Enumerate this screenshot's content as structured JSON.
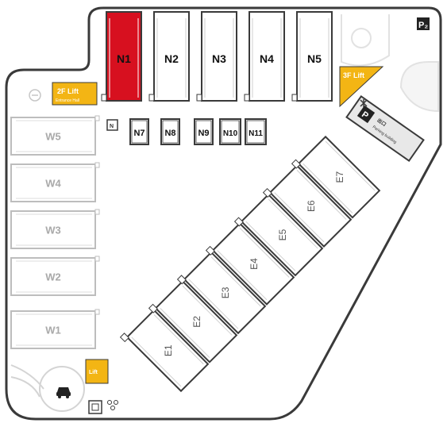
{
  "colors": {
    "occupied": "#d7101f",
    "outline": "#3a3a3a",
    "inactive": "#bdbdbd",
    "inactive_text": "#a9a9a9",
    "accent": "#f3b514",
    "panel": "#e8e8e8"
  },
  "north_slots": [
    {
      "label": "N1",
      "status": "occupied"
    },
    {
      "label": "N2",
      "status": "free"
    },
    {
      "label": "N3",
      "status": "free"
    },
    {
      "label": "N4",
      "status": "free"
    },
    {
      "label": "N5",
      "status": "free"
    }
  ],
  "compact_slots": [
    "N7",
    "N8",
    "N9",
    "N10",
    "N11"
  ],
  "west_slots": [
    "W5",
    "W4",
    "W3",
    "W2",
    "W1"
  ],
  "east_slots": [
    "E1",
    "E2",
    "E3",
    "E4",
    "E5",
    "E6",
    "E7"
  ],
  "lifts": [
    {
      "icon": "elevator-icon",
      "title": "2F Lift",
      "subtitle": "Entrance Hall"
    },
    {
      "icon": "elevator-icon",
      "title": "3F Lift",
      "subtitle": ""
    },
    {
      "icon": "elevator-icon",
      "title": "Lift",
      "subtitle": ""
    }
  ],
  "parking_building": {
    "icon": "parking-icon",
    "title": "出口",
    "subtitle": "Parking building"
  },
  "corner_badge": {
    "icon": "parking-badge-icon",
    "label": "P₂"
  },
  "small_marker": {
    "icon": "info-marker-icon",
    "label": "N"
  },
  "vehicle_marker": {
    "icon": "car-icon"
  }
}
